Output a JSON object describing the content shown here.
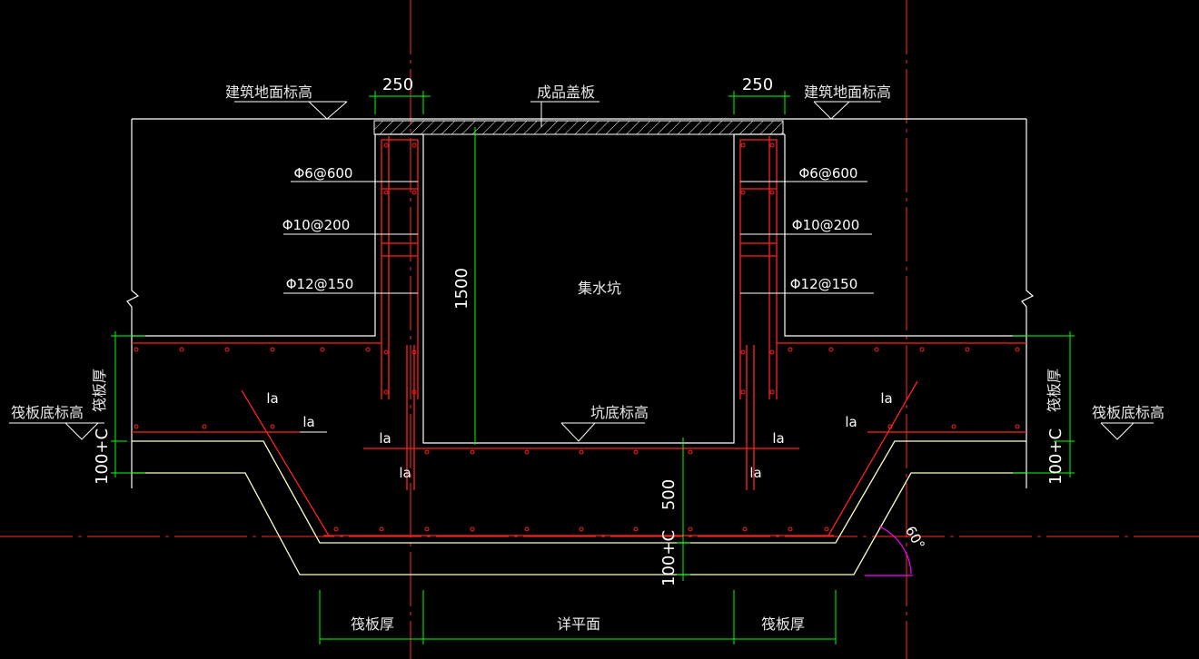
{
  "labels": {
    "dim_left_250": "250",
    "dim_right_250": "250",
    "cover": "成品盖板",
    "ground_left": "建筑地面标高",
    "ground_right": "建筑地面标高",
    "rebar_l1": "Φ6@600",
    "rebar_l2": "Φ10@200",
    "rebar_l3": "Φ12@150",
    "rebar_r1": "Φ6@600",
    "rebar_r2": "Φ10@200",
    "rebar_r3": "Φ12@150",
    "dim_1500": "1500",
    "pit_name": "集水坑",
    "pit_bottom": "坑底标高",
    "raft_thick_left_v": "筏板厚",
    "raft_thick_right_v": "筏板厚",
    "raft_bottom_left": "筏板底标高",
    "raft_bottom_right": "筏板底标高",
    "dim_100c_left": "100+C",
    "dim_100c_right": "100+C",
    "dim_100c_mid": "100+C",
    "dim_500": "500",
    "la_1": "la",
    "la_2": "la",
    "la_3": "la",
    "la_4": "la",
    "la_5": "la",
    "la_6": "la",
    "la_7": "la",
    "la_8": "la",
    "angle": "60°",
    "bottom_left": "筏板厚",
    "bottom_mid": "详平面",
    "bottom_right": "筏板厚"
  },
  "colors": {
    "background": "#000000",
    "concrete_outline": "#ffffff",
    "rebar": "#ff2020",
    "axis": "#ff0000",
    "dimension": "#00ff00",
    "earth_line": "#ffffc0",
    "angle_arc": "#ff00ff"
  }
}
